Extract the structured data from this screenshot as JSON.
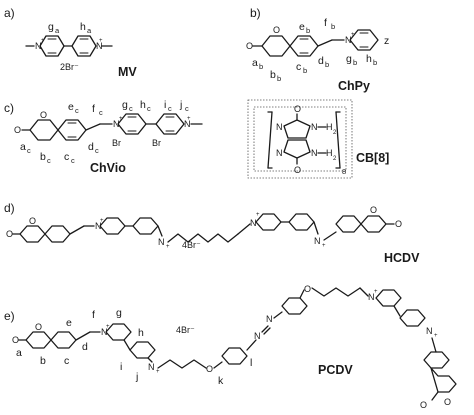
{
  "panels": {
    "a": "a)",
    "b": "b)",
    "c": "c)",
    "d": "d)",
    "e": "e)"
  },
  "compounds": {
    "mv": "MV",
    "chpy": "ChPy",
    "chvio": "ChVio",
    "cb8": "CB[8]",
    "hcdv": "HCDV",
    "pcdv": "PCDV"
  },
  "counterions": {
    "mv": "2Br⁻",
    "hcdv": "4Br⁻",
    "pcdv": "4Br⁻",
    "chvio_1": "Br",
    "chvio_2": "Br"
  },
  "cb8_repeat": "8",
  "atoms": {
    "oxygen": "O",
    "nitrogen": "N",
    "hydrogen": "H",
    "charge": "+",
    "hydrogen_count": "2"
  },
  "proton_labels": {
    "mv": [
      "g",
      "a",
      "h",
      "a"
    ],
    "chpy": [
      "f",
      "b",
      "e",
      "b",
      "a",
      "b",
      "b",
      "b",
      "c",
      "b",
      "d",
      "b",
      "g",
      "b",
      "h",
      "b",
      "z"
    ],
    "chvio": [
      "f",
      "c",
      "e",
      "c",
      "a",
      "c",
      "b",
      "c",
      "c",
      "c",
      "d",
      "c",
      "g",
      "c",
      "h",
      "c",
      "i",
      "c",
      "j",
      "c"
    ],
    "pcdv": [
      "a",
      "b",
      "c",
      "d",
      "e",
      "f",
      "g",
      "h",
      "i",
      "j",
      "k",
      "l"
    ]
  }
}
